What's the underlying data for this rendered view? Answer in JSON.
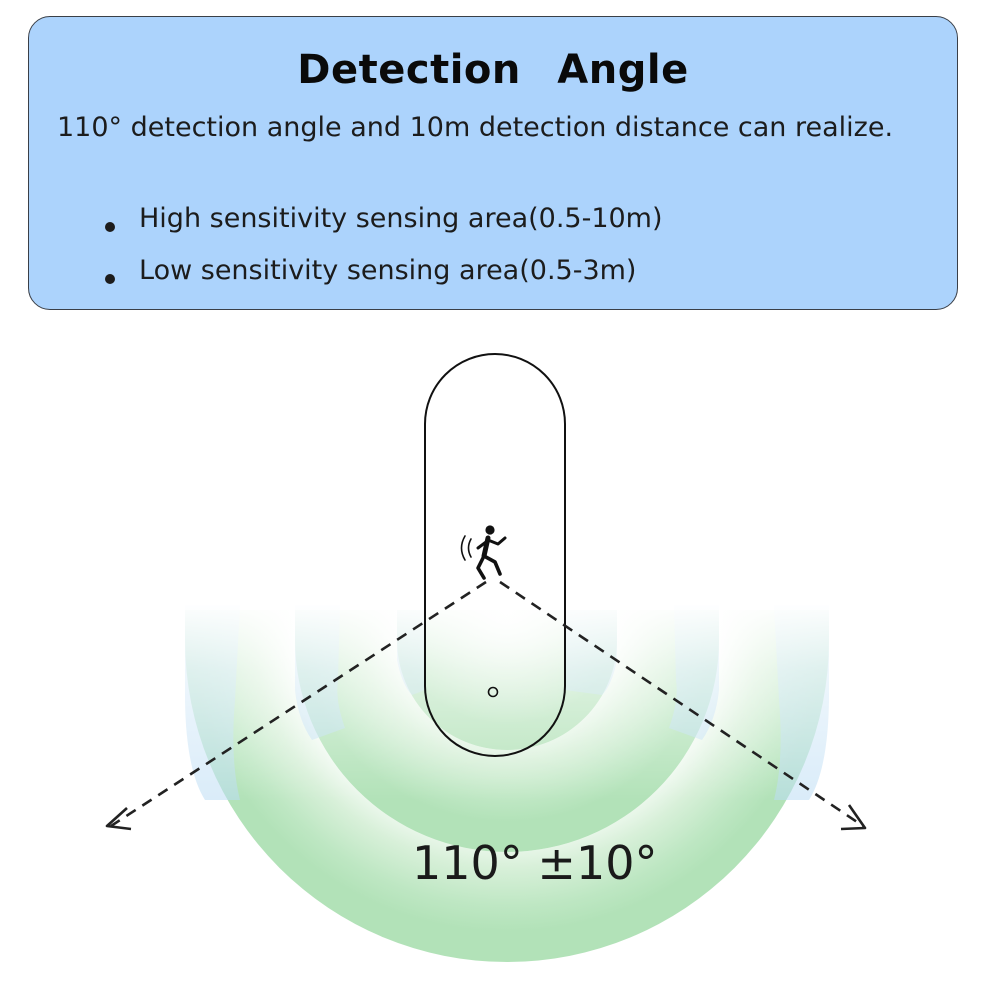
{
  "header": {
    "title": "Detection  Angle",
    "description": "110°  detection angle and 10m detection distance can realize.",
    "bullets": [
      {
        "label": "High sensitivity sensing area(0.5-10m)"
      },
      {
        "label": "Low sensitivity sensing area(0.5-3m)"
      }
    ]
  },
  "diagram": {
    "angle_label": "110° ±10°",
    "colors": {
      "box_fill": "#acd3fc",
      "zone_green": "#b9e6be",
      "zone_blue": "#bcdcf4",
      "outline": "#111111"
    },
    "icons": [
      "walking-person-icon",
      "motion-waves-icon",
      "sensor-lens-icon",
      "arrow-left-icon",
      "arrow-right-icon"
    ]
  }
}
